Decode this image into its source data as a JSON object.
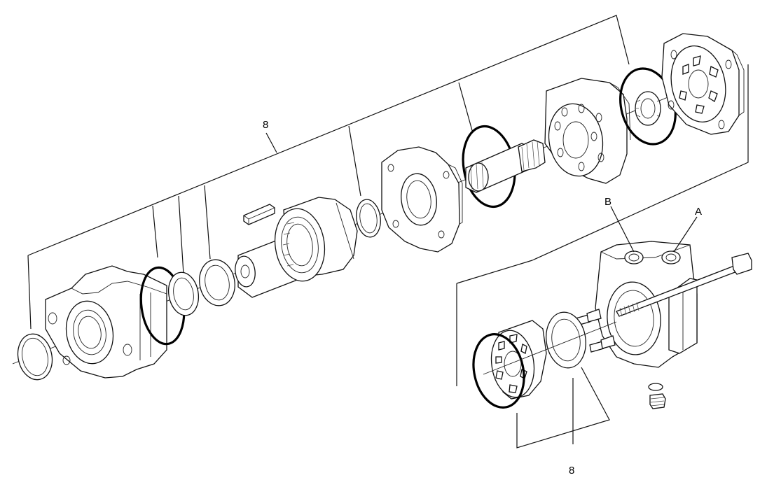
{
  "labels": {
    "kit_top": "8",
    "kit_bottom": "8",
    "port_b": "B",
    "port_a": "A"
  }
}
